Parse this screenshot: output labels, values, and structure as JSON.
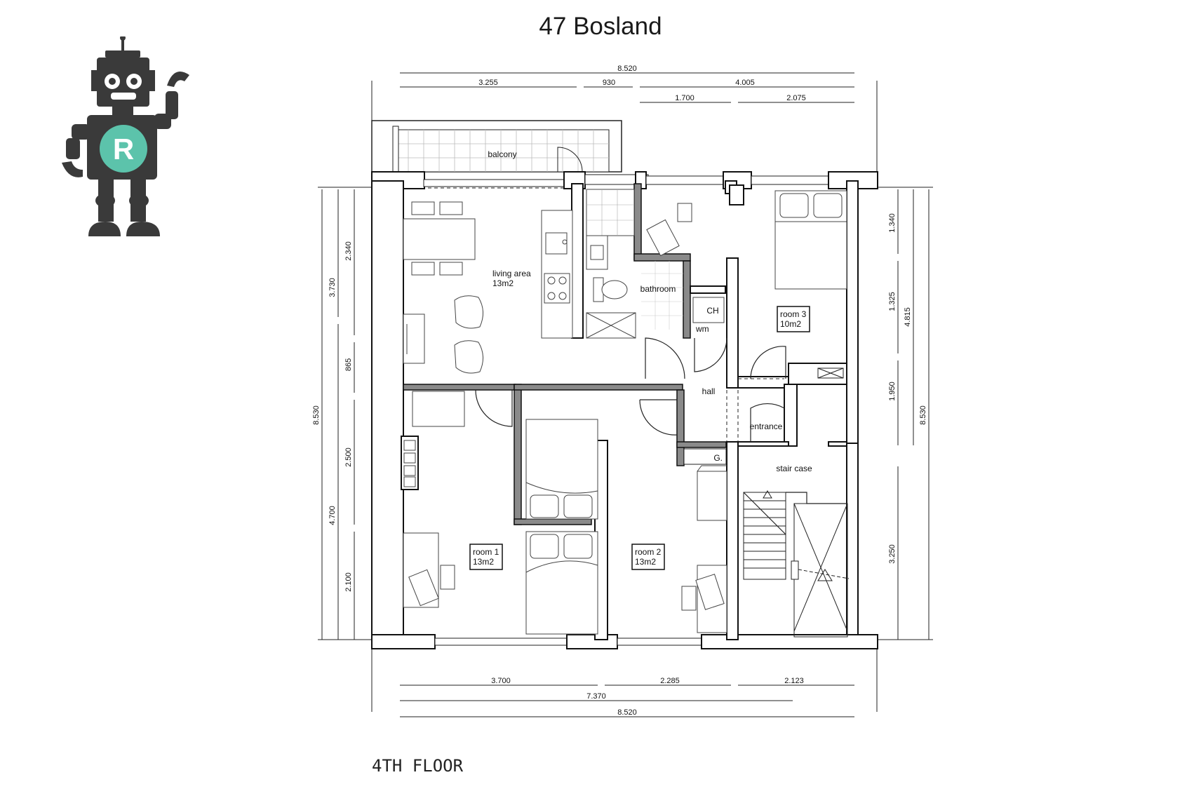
{
  "title": "47 Bosland",
  "floor_label": "4TH FLOOR",
  "logo": {
    "letter": "R",
    "body_color": "#3a3a3a",
    "badge_color": "#5cc3ab"
  },
  "rooms": {
    "balcony": "balcony",
    "living_area": "living area",
    "living_area_size": "13m2",
    "bathroom": "bathroom",
    "wm": "wm",
    "ch": "CH",
    "room3": "room 3",
    "room3_size": "10m2",
    "hall": "hall",
    "entrance": "entrance",
    "stair_case": "stair case",
    "room1": "room 1",
    "room1_size": "13m2",
    "room2": "room 2",
    "room2_size": "13m2",
    "g": "G."
  },
  "dims_top": {
    "total": "8.520",
    "a": "3.255",
    "b": "930",
    "c": "4.005",
    "d": "1.700",
    "e": "2.075"
  },
  "dims_bottom": {
    "a": "3.700",
    "b": "2.285",
    "c": "2.123",
    "mid": "7.370",
    "total": "8.520"
  },
  "dims_left": {
    "total": "8.530",
    "upper": "3.730",
    "lower": "4.700",
    "a": "2.340",
    "b": "865",
    "c": "2.500",
    "d": "2.100"
  },
  "dims_right": {
    "a": "1.340",
    "b": "1.325",
    "c": "1.950",
    "d": "3.250",
    "mid": "4.815",
    "total": "8.530"
  }
}
